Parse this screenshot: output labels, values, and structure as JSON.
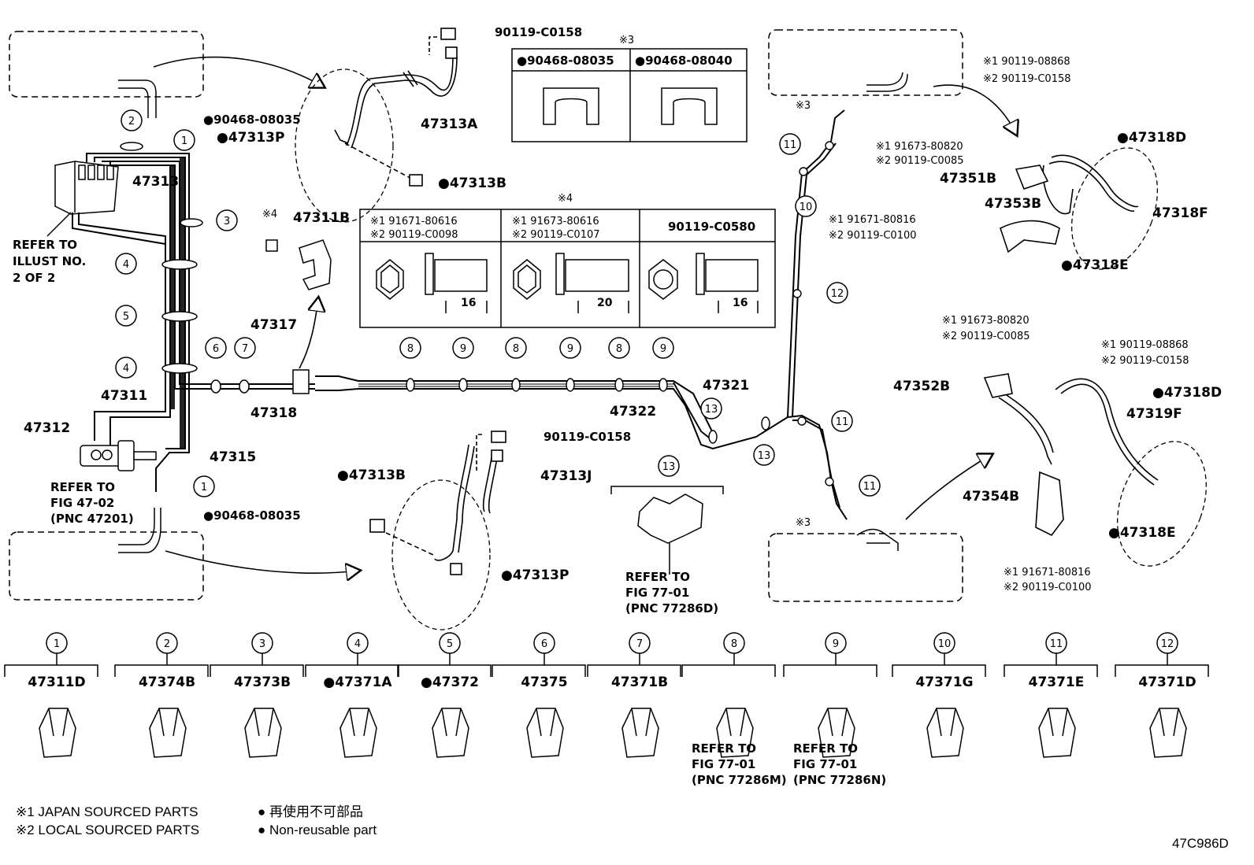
{
  "diagram_code": "47C986D",
  "legend": {
    "mark1": "※1 JAPAN SOURCED PARTS",
    "mark2": "※2 LOCAL SOURCED PARTS",
    "non_reusable_jp": "● 再使用不可部品",
    "non_reusable_en": "● Non-reusable part"
  },
  "callouts": {
    "c_47313": "47313",
    "c_47313a": "47313A",
    "c_47313b_top": "●47313B",
    "c_47313p_top": "●47313P",
    "c_90119_c0158_top": "90119-C0158",
    "c_90468_top": "●90468-08035",
    "c_47311b": "47311B",
    "c_47317": "47317",
    "c_47318": "47318",
    "c_47311": "47311",
    "c_47312": "47312",
    "c_47315": "47315",
    "c_47321": "47321",
    "c_47322": "47322",
    "c_90468_bottom": "●90468-08035",
    "c_47313b_bot": "●47313B",
    "c_47313j": "47313J",
    "c_90119_c0158_bot": "90119-C0158",
    "c_47313p_bot": "●47313P",
    "mark3_box_a": "※3",
    "mark3_box_b": "※3",
    "mark4_left": "※4",
    "refer_illust_1": "REFER TO",
    "refer_illust_2": "ILLUST NO.",
    "refer_illust_3": "2 OF 2",
    "refer_fig47_1": "REFER TO",
    "refer_fig47_2": "FIG 47-02",
    "refer_fig47_3": "(PNC 47201)",
    "refer_fig77_1": "REFER TO",
    "refer_fig77_2": "FIG 77-01",
    "refer_fig77_3": "(PNC 77286D)"
  },
  "clip_table": {
    "mark": "※3",
    "col1": "●90468-08035",
    "col2": "●90468-08040"
  },
  "bolt_table": {
    "mark": "※4",
    "col1_a": "※1 91671-80616",
    "col1_b": "※2 90119-C0098",
    "col2_a": "※1 91673-80616",
    "col2_b": "※2 90119-C0107",
    "col3": "90119-C0580",
    "len1": "16",
    "len2": "20",
    "len3": "16"
  },
  "right_upper": {
    "bolt_a1": "※1 90119-08868",
    "bolt_a2": "※2 90119-C0158",
    "bolt_b1": "※1 91673-80820",
    "bolt_b2": "※2 90119-C0085",
    "bolt_c1": "※1 91671-80816",
    "bolt_c2": "※2 90119-C0100",
    "p47318d": "●47318D",
    "p47351b": "47351B",
    "p47353b": "47353B",
    "p47318f": "47318F",
    "p47318e": "●47318E"
  },
  "right_lower": {
    "bolt_b1": "※1 91673-80820",
    "bolt_b2": "※2 90119-C0085",
    "bolt_a1": "※1 90119-08868",
    "bolt_a2": "※2 90119-C0158",
    "p47352b": "47352B",
    "p47318d": "●47318D",
    "p47319f": "47319F",
    "p47354b": "47354B",
    "p47318e": "●47318E",
    "bolt_c1": "※1 91671-80816",
    "bolt_c2": "※2 90119-C0100"
  },
  "parts_row": [
    {
      "num": "1",
      "part": "47311D"
    },
    {
      "num": "2",
      "part": "47374B"
    },
    {
      "num": "3",
      "part": "47373B"
    },
    {
      "num": "4",
      "part": "●47371A"
    },
    {
      "num": "5",
      "part": "●47372"
    },
    {
      "num": "6",
      "part": "47375"
    },
    {
      "num": "7",
      "part": "47371B"
    },
    {
      "num": "8",
      "part": "",
      "refer": [
        "REFER TO",
        "FIG 77-01",
        "(PNC 77286M)"
      ]
    },
    {
      "num": "9",
      "part": "",
      "refer": [
        "REFER TO",
        "FIG 77-01",
        "(PNC 77286N)"
      ]
    },
    {
      "num": "10",
      "part": "47371G"
    },
    {
      "num": "11",
      "part": "47371E"
    },
    {
      "num": "12",
      "part": "47371D"
    }
  ],
  "diagram_numbers": [
    "1",
    "2",
    "3",
    "4",
    "5",
    "6",
    "7",
    "8",
    "9",
    "10",
    "11",
    "12",
    "13"
  ]
}
